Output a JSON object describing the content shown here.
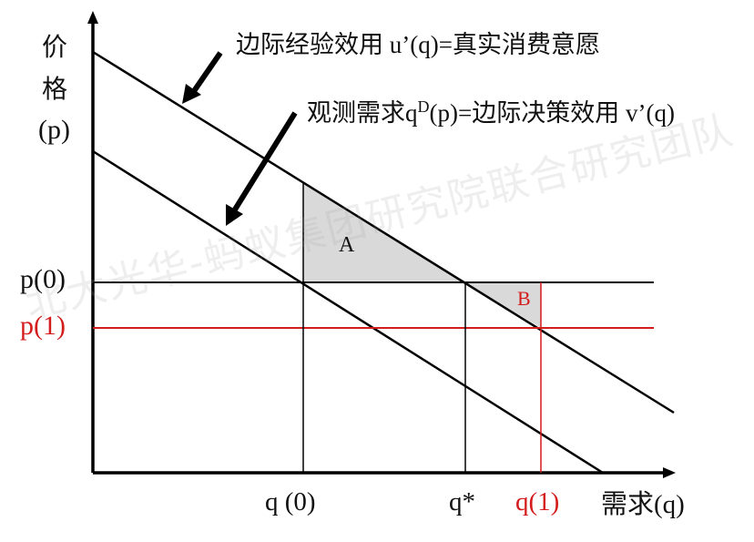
{
  "axes": {
    "y_label_line1": "价",
    "y_label_line2": "格",
    "y_label_line3": "(p)",
    "x_label": "需求(q)"
  },
  "curves": {
    "upper_label": "边际经验效用 u’(q)=真实消费意愿",
    "lower_label_prefix": "观测需求q",
    "lower_label_sup": "D",
    "lower_label_suffix": "(p)=边际决策效用 v’(q)"
  },
  "price_ticks": {
    "p0": "p(0)",
    "p1": "p(1)"
  },
  "quantity_ticks": {
    "q0": "q (0)",
    "qstar": "q*",
    "q1": "q(1)"
  },
  "regions": {
    "A": "A",
    "B": "B"
  },
  "watermark": "北大光华-蚂蚁集团研究院联合研究团队",
  "colors": {
    "line": "#000000",
    "highlight": "#d41c1c",
    "shade": "#d9d9d9"
  }
}
